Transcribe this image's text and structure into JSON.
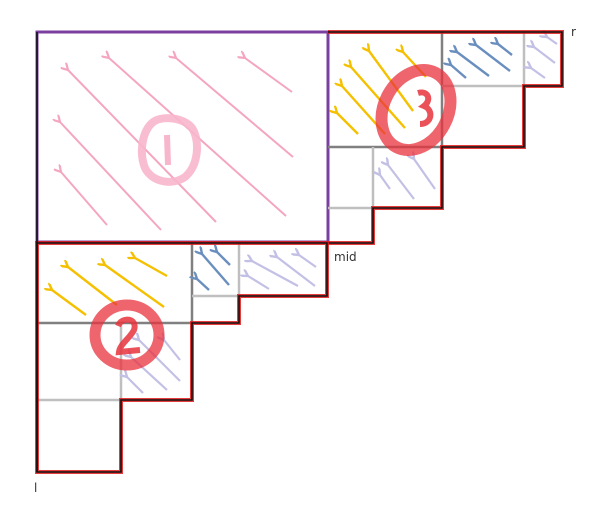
{
  "diagram": {
    "type": "recursive-triangular-block-partition",
    "labels": {
      "r": "r",
      "mid": "mid",
      "l": "l"
    },
    "regions": [
      {
        "id": "1",
        "label": "1",
        "description": "large rectangular block (full square) hatched with pink arrows",
        "arrow_color": "#f4a6c0",
        "circle_color": "#f8b6cc"
      },
      {
        "id": "2",
        "label": "2",
        "description": "lower-left triangular sub-region",
        "arrow_color": "#f5c000",
        "circle_color": "#e8323c"
      },
      {
        "id": "3",
        "label": "3",
        "description": "upper-right triangular sub-region",
        "arrow_color": "#f5c000",
        "circle_color": "#e8323c"
      }
    ],
    "colors": {
      "outline_black": "#111111",
      "outline_red": "#e21a1a",
      "block1_border": "#7b3fa0",
      "grid_gray_dark": "#808080",
      "grid_gray_light": "#bfbfbf",
      "arrow_pink": "#f4a6c0",
      "arrow_yellow": "#f5c000",
      "arrow_steelblue": "#6a8fbf",
      "arrow_lavender": "#c3c0e6",
      "circle_red": "#e8323c",
      "circle_pink": "#f8b6cc"
    }
  }
}
